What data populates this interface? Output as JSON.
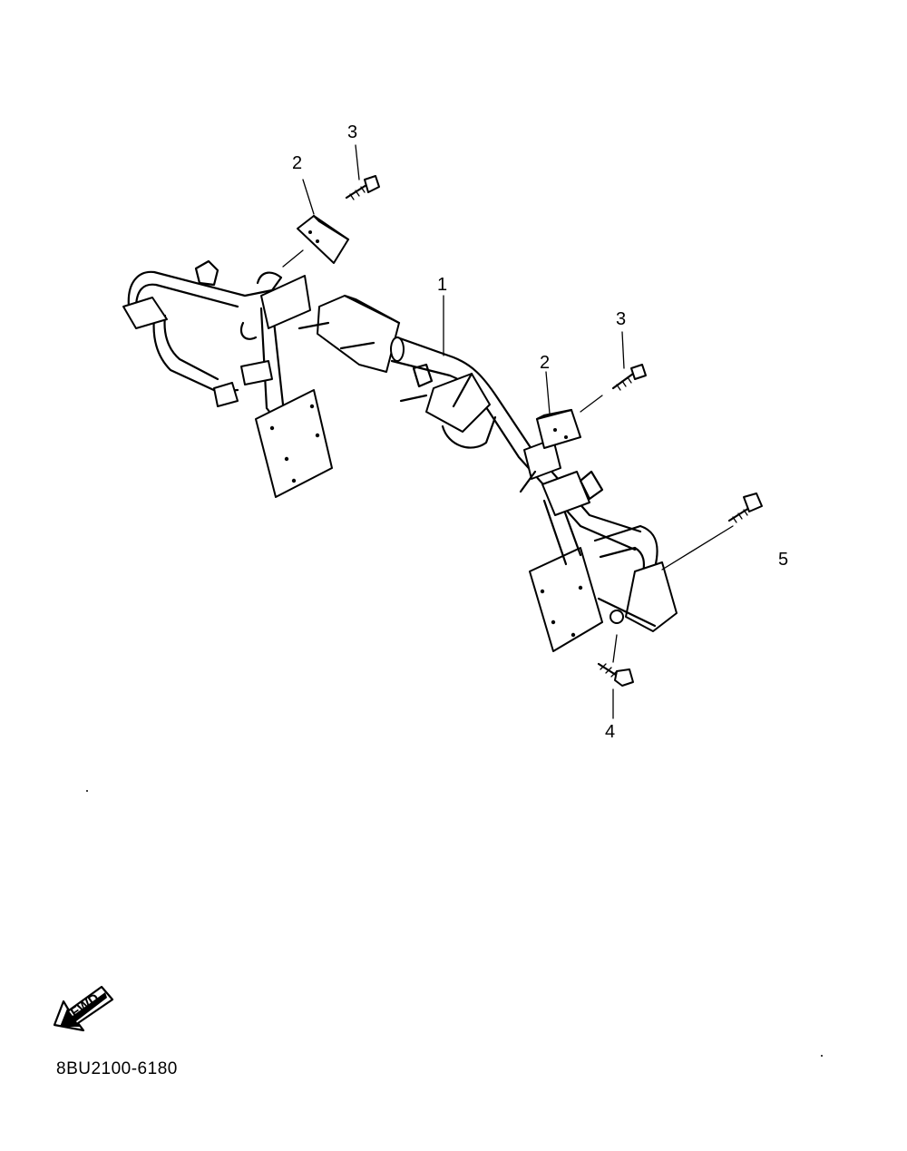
{
  "callouts": {
    "c1": "1",
    "c2a": "2",
    "c2b": "2",
    "c3a": "3",
    "c3b": "3",
    "c4": "4",
    "c5": "5"
  },
  "fwd_label": "FWD",
  "part_code": "8BU2100-6180"
}
